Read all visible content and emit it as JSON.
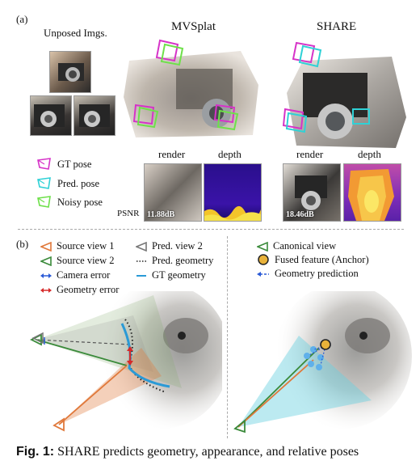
{
  "panel_a": {
    "label": "(a)",
    "unposed_title": "Unposed Imgs.",
    "col_mvsplat": "MVSplat",
    "col_share": "SHARE",
    "legend": [
      {
        "label": "GT pose",
        "color": "#d633c8"
      },
      {
        "label": "Pred. pose",
        "color": "#2fd1d6"
      },
      {
        "label": "Noisy pose",
        "color": "#6ee04a"
      }
    ],
    "sub_render": "render",
    "sub_depth": "depth",
    "psnr_label": "PSNR",
    "mvsplat_psnr": "11.88dB",
    "share_psnr": "18.46dB"
  },
  "panel_b": {
    "label": "(b)",
    "legend_left": [
      {
        "label": "Source view 1",
        "icon": "triangle-camera-icon",
        "color": "#e0783a"
      },
      {
        "label": "Source view 2",
        "icon": "triangle-camera-icon",
        "color": "#3a8a3a"
      },
      {
        "label": "Camera error",
        "icon": "double-arrow-icon",
        "color": "#2a5ad6"
      },
      {
        "label": "Geometry error",
        "icon": "double-arrow-icon",
        "color": "#d62a2a"
      }
    ],
    "legend_mid": [
      {
        "label": "Pred. view 2",
        "icon": "triangle-camera-icon",
        "color": "#777777"
      },
      {
        "label": "Pred. geometry",
        "icon": "dotted-line-icon",
        "color": "#222222"
      },
      {
        "label": "GT geometry",
        "icon": "solid-line-icon",
        "color": "#2a9ad6"
      }
    ],
    "legend_right": [
      {
        "label": "Canonical view",
        "icon": "triangle-camera-icon",
        "color": "#3a8a3a"
      },
      {
        "label": "Fused feature (Anchor)",
        "icon": "anchor-dot-icon",
        "color": "#e8b23a"
      },
      {
        "label": "Geometry prediction",
        "icon": "dashed-arrow-icon",
        "color": "#2a5ad6"
      }
    ]
  },
  "caption": {
    "prefix": "Fig. 1:",
    "text": "SHARE predicts geometry, appearance, and relative poses"
  }
}
